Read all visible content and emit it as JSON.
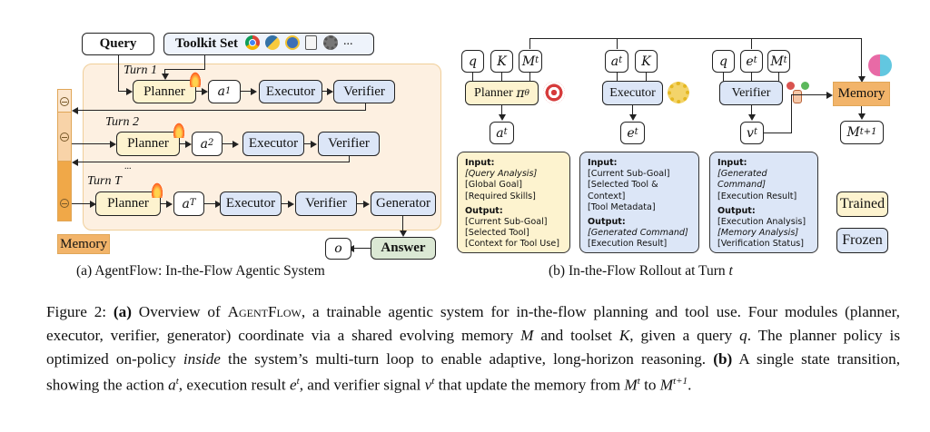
{
  "left_diagram": {
    "query_label": "Query",
    "toolkit_label": "Toolkit Set",
    "toolkit_icons": [
      "chrome-icon",
      "python-icon",
      "web-search-icon",
      "document-search-icon",
      "gear-icon"
    ],
    "toolkit_more": "...",
    "turns": [
      {
        "label": "Turn 1",
        "action": "a",
        "action_sup": "1",
        "modules": [
          "Planner",
          "Executor",
          "Verifier"
        ]
      },
      {
        "label": "Turn 2",
        "action": "a",
        "action_sup": "2",
        "modules": [
          "Planner",
          "Executor",
          "Verifier"
        ]
      },
      {
        "label": "Turn T",
        "action": "a",
        "action_sup": "T",
        "modules": [
          "Planner",
          "Executor",
          "Verifier",
          "Generator"
        ]
      }
    ],
    "ellipsis": "...",
    "memory_label": "Memory",
    "answer_label": "Answer",
    "output_symbol": "o",
    "caption": "(a) AgentFlow: In-the-Flow Agentic System"
  },
  "right_diagram": {
    "planner": {
      "inputs": [
        {
          "sym": "q",
          "sup": ""
        },
        {
          "sym": "K",
          "sup": ""
        },
        {
          "sym": "M",
          "sup": "t"
        }
      ],
      "label": "Planner ",
      "label_math": "π",
      "label_sub": "θ",
      "output": {
        "sym": "a",
        "sup": "t"
      },
      "icon": "target-icon"
    },
    "executor": {
      "inputs": [
        {
          "sym": "a",
          "sup": "t"
        },
        {
          "sym": "K",
          "sup": ""
        }
      ],
      "label": "Executor",
      "output": {
        "sym": "e",
        "sup": "t"
      },
      "icon": "wrench-gear-icon"
    },
    "verifier": {
      "inputs": [
        {
          "sym": "q",
          "sup": ""
        },
        {
          "sym": "e",
          "sup": "t"
        },
        {
          "sym": "M",
          "sup": "t"
        }
      ],
      "label": "Verifier",
      "output": {
        "sym": "v",
        "sup": "t"
      },
      "icon": "verify-hand-icon"
    },
    "memory": {
      "label": "Memory",
      "output": {
        "sym": "M",
        "sup": "t+1"
      },
      "icon": "brain-icon"
    },
    "info_boxes": [
      {
        "input_header": "Input:",
        "inputs": [
          "[Query Analysis]",
          "[Global Goal]",
          "[Required Skills]"
        ],
        "output_header": "Output:",
        "outputs": [
          "[Current Sub-Goal]",
          "[Selected Tool]",
          "[Context for Tool Use]"
        ]
      },
      {
        "input_header": "Input:",
        "inputs": [
          "[Current Sub-Goal]",
          "[Selected Tool &",
          "Context]",
          "[Tool Metadata]"
        ],
        "output_header": "Output:",
        "outputs": [
          "[Generated Command]",
          "[Execution Result]"
        ]
      },
      {
        "input_header": "Input:",
        "inputs": [
          "[Generated Command]",
          "[Execution Result]"
        ],
        "output_header": "Output:",
        "outputs": [
          "[Execution Analysis]",
          "[Memory Analysis]",
          "[Verification Status]"
        ]
      }
    ],
    "legend": {
      "trained": "Trained",
      "frozen": "Frozen"
    },
    "caption_prefix": "(b) In-the-Flow Rollout at Turn ",
    "caption_var": "t"
  },
  "colors": {
    "trained": "#fdf3cf",
    "frozen": "#dce6f7",
    "answer": "#dbe8d4",
    "memory": "#f2b46a",
    "panel": "#fdf0e1"
  },
  "figure_caption": {
    "label": "Figure 2: ",
    "a_marker": "(a)",
    "part1": " Overview of ",
    "system_name": "AgentFlow",
    "part2": ", a trainable agentic system for in-the-flow planning and tool use. Four modules (planner, executor, verifier, generator) coordinate via a shared evolving memory ",
    "var_M": "M",
    "part3": " and toolset ",
    "var_K": "K",
    "part4": ", given a query ",
    "var_q": "q",
    "part5": ". The planner policy is optimized on-policy ",
    "inside": "inside",
    "part6": " the system’s multi-turn loop to enable adaptive, long-horizon reasoning. ",
    "b_marker": "(b)",
    "part7": " A single state transition, showing the action ",
    "var_a": "a",
    "part8": ", execution result ",
    "var_e": "e",
    "part9": ", and verifier signal ",
    "var_v": "v",
    "part10": " that update the memory from ",
    "part11": " to ",
    "sup_t": "t",
    "sup_t1": "t+1",
    "end": "."
  }
}
